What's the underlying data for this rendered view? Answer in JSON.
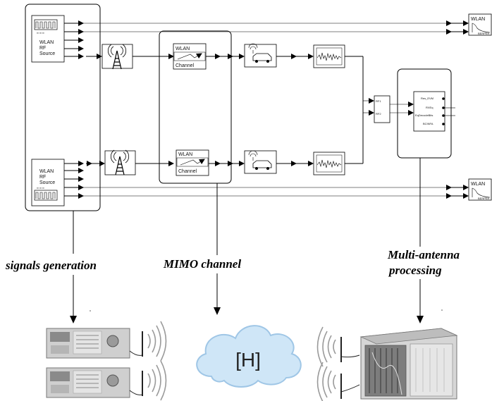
{
  "sections": {
    "generation": {
      "caption": "signals generation",
      "source_top_lines": [
        "WLAN",
        "RF",
        "Source"
      ],
      "source_bottom_lines": [
        "WLAN",
        "RF",
        "Source"
      ]
    },
    "channel": {
      "caption": "MIMO channel",
      "block_title": "WLAN",
      "block_label": "Channel",
      "cloud_text": "[H]"
    },
    "processing": {
      "caption_line1": "Multi-antenna",
      "caption_line2": "processing",
      "ports_in": [
        "RF1",
        "RF2"
      ],
      "ports_out": [
        "Res_EVM",
        "RXEq",
        "EqDecodeBits",
        "BCINFA"
      ]
    }
  },
  "scopes": {
    "title": "WLAN",
    "subtitle": "BERPER"
  },
  "colors": {
    "line": "#000000",
    "cloud_fill": "#cfe6f7",
    "cloud_stroke": "#9fc6e6",
    "instrument_body": "#c9c9c9",
    "instrument_panel": "#8a8a8a"
  },
  "icons": {
    "antenna": "antenna-tower-icon",
    "vehicle": "vehicle-fading-icon",
    "noise": "noise-waveform-icon",
    "scope": "ber-scope-icon",
    "wave": "radio-wave-icon",
    "generator": "signal-generator-icon",
    "analyzer": "vector-analyzer-icon"
  }
}
